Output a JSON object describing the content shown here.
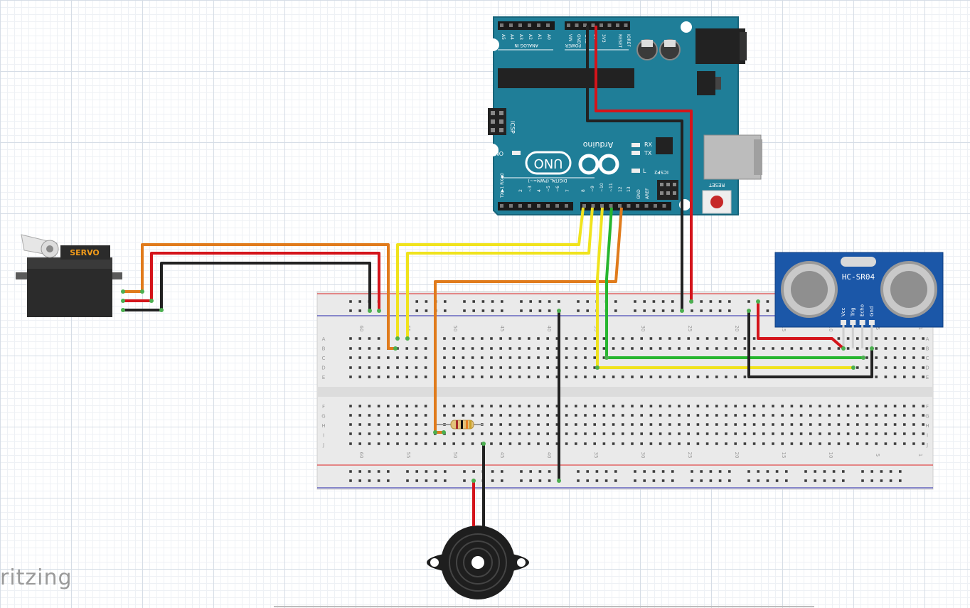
{
  "watermark": "ritzing",
  "arduino": {
    "brand": "Arduino",
    "model": "UNO",
    "on": "ON",
    "rx": "RX",
    "tx": "TX",
    "l": "L",
    "icsp": "ICSP",
    "icsp2": "ICSP2",
    "reset": "RESET",
    "aref": "AREF",
    "gnd": "GND",
    "digital": "DIGITAL (PWM=~)",
    "txrx": "TX▶1  RX◀0",
    "analog": "ANALOG IN",
    "power": "POWER",
    "pin_labels_top": [
      "A5",
      "A4",
      "A3",
      "A2",
      "A1",
      "A0",
      "VIN",
      "GND",
      "GND",
      "5V",
      "3V3",
      "RESET",
      "IOREF"
    ],
    "pin_labels_bottom": [
      "13",
      "12",
      "~11",
      "~10",
      "~9",
      "8",
      "7",
      "~6",
      "~5",
      "4",
      "~3",
      "2"
    ]
  },
  "sensor": {
    "name": "HC-SR04",
    "pins": [
      "Vcc",
      "Trig",
      "Echo",
      "Gnd"
    ]
  },
  "servo": {
    "label": "SERVO"
  },
  "breadboard": {
    "row_letters_top": [
      "A",
      "B",
      "C",
      "D",
      "E"
    ],
    "row_letters_bottom": [
      "F",
      "G",
      "H",
      "I",
      "J"
    ],
    "col_numbers": [
      "60",
      "55",
      "50",
      "45",
      "40",
      "35",
      "30",
      "25",
      "20",
      "15",
      "10",
      "5",
      "1"
    ]
  },
  "colors": {
    "arduino_blue": "#1f7e98",
    "wire_red": "#d4141b",
    "wire_black": "#222222",
    "wire_orange": "#e07b1c",
    "wire_yellow": "#f0e31d",
    "wire_green": "#27b62f",
    "sensor_blue": "#1b57a8"
  }
}
